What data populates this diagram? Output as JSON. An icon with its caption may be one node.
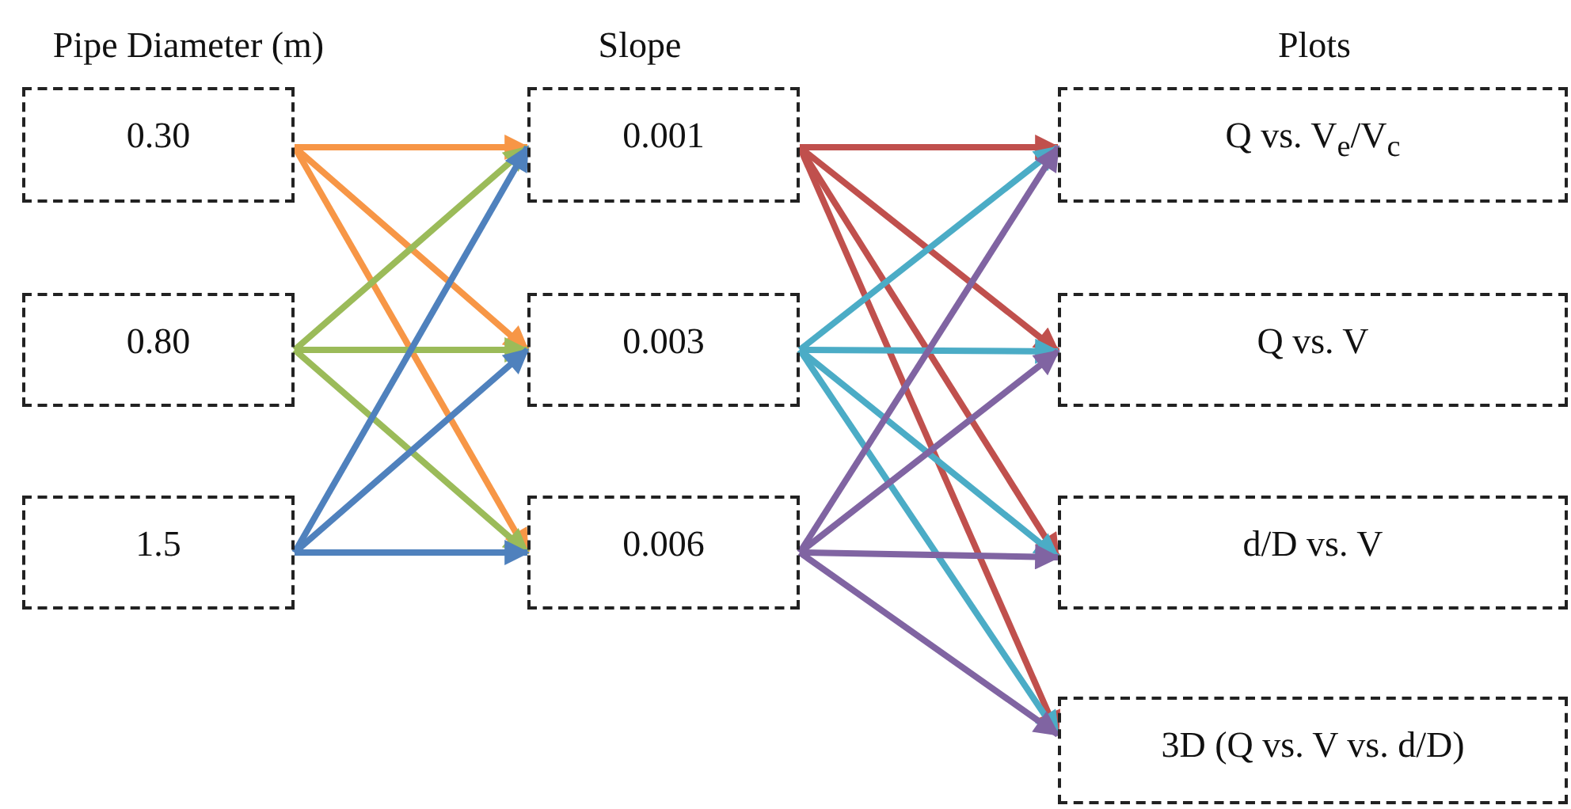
{
  "diagram": {
    "nodes": [
      {
        "text": [
          "0.30"
        ]
      },
      {
        "text": [
          "0.80"
        ]
      },
      {
        "text": [
          "1.5"
        ]
      },
      {
        "text": [
          "0.001"
        ]
      },
      {
        "text": [
          "0.003"
        ]
      },
      {
        "text": [
          "0.006"
        ]
      },
      {
        "text": [
          "Q vs. V$_{e}$/V$_{c}$"
        ]
      },
      {
        "text": [
          "Q vs. V"
        ]
      },
      {
        "text": [
          "d/D vs. V"
        ]
      },
      {
        "text": [
          "3D (Q vs. V vs. d/D)"
        ]
      }
    ],
    "edges": [
      {
        "from": 0,
        "to": 3,
        "arrow": "to",
        "color": "#f79646"
      },
      {
        "from": 0,
        "to": 4,
        "arrow": "to",
        "color": "#f79646"
      },
      {
        "from": 0,
        "to": 5,
        "arrow": "to",
        "color": "#f79646"
      },
      {
        "from": 1,
        "to": 3,
        "arrow": "to",
        "color": "#9bbb59"
      },
      {
        "from": 1,
        "to": 4,
        "arrow": "to",
        "color": "#9bbb59"
      },
      {
        "from": 1,
        "to": 5,
        "arrow": "to",
        "color": "#9bbb59"
      },
      {
        "from": 2,
        "to": 3,
        "arrow": "to",
        "color": "#4f81bd"
      },
      {
        "from": 2,
        "to": 4,
        "arrow": "to",
        "color": "#4f81bd"
      },
      {
        "from": 2,
        "to": 5,
        "arrow": "to",
        "color": "#4f81bd"
      },
      {
        "from": 3,
        "to": 6,
        "arrow": "to",
        "color": "#c0504d"
      },
      {
        "from": 3,
        "to": 7,
        "arrow": "to",
        "color": "#c0504d"
      },
      {
        "from": 3,
        "to": 8,
        "arrow": "to",
        "color": "#c0504d"
      },
      {
        "from": 3,
        "to": 9,
        "arrow": "to",
        "color": "#c0504d"
      },
      {
        "from": 4,
        "to": 6,
        "arrow": "to",
        "color": "#4bacc6"
      },
      {
        "from": 4,
        "to": 7,
        "arrow": "to",
        "color": "#4bacc6"
      },
      {
        "from": 4,
        "to": 8,
        "arrow": "to",
        "color": "#4bacc6"
      },
      {
        "from": 4,
        "to": 9,
        "arrow": "to",
        "color": "#4bacc6"
      },
      {
        "from": 5,
        "to": 6,
        "arrow": "to",
        "color": "#8064a2"
      },
      {
        "from": 5,
        "to": 7,
        "arrow": "to",
        "color": "#8064a2"
      },
      {
        "from": 5,
        "to": 8,
        "arrow": "to",
        "color": "#8064a2"
      },
      {
        "from": 5,
        "to": 9,
        "arrow": "to",
        "color": "#8064a2"
      }
    ],
    "labels": [
      "Pipe Diameter (m)",
      "Slope",
      "Plots"
    ]
  }
}
